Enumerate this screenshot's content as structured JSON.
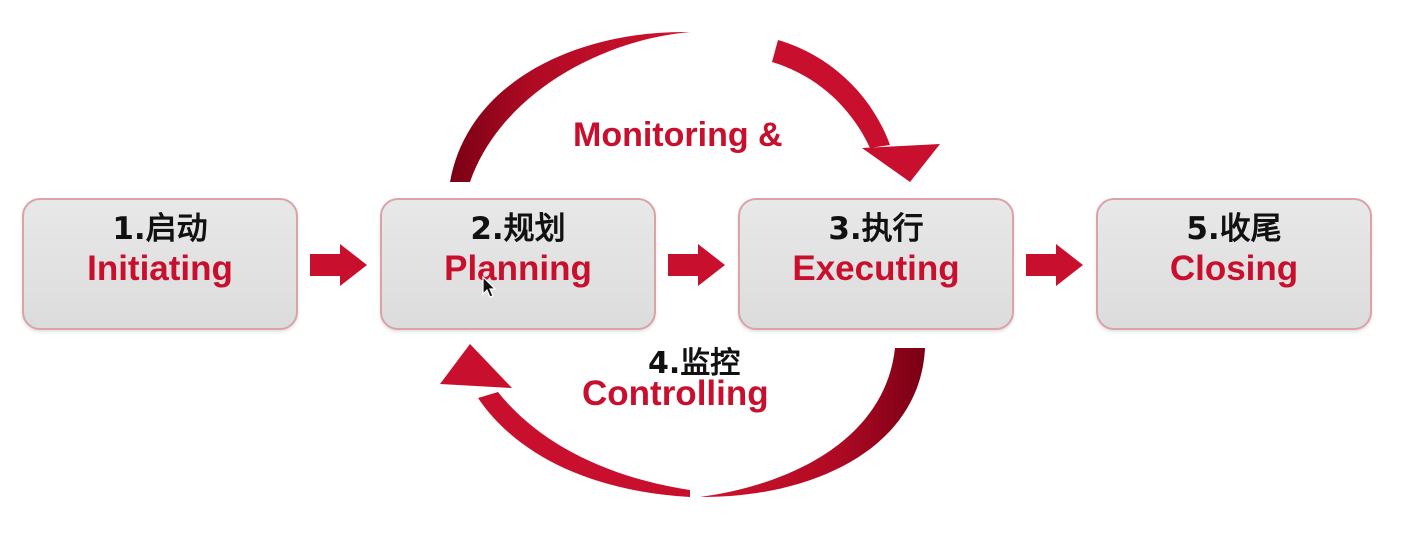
{
  "colors": {
    "accent": "#c8102e",
    "box_fill": "#e0e0e0",
    "box_border": "#d9a3a7",
    "text_dark": "#111111"
  },
  "phases": [
    {
      "number_label": "1.启动",
      "english_label": "Initiating"
    },
    {
      "number_label": "2.规划",
      "english_label": "Planning"
    },
    {
      "number_label": "3.执行",
      "english_label": "Executing"
    },
    {
      "number_label": "5.收尾",
      "english_label": "Closing"
    }
  ],
  "loop": {
    "monitoring_label": "Monitoring &",
    "controlling_number_label": "4.监控",
    "controlling_label": "Controlling"
  },
  "icons": {
    "flow_arrow": "right-block-arrow",
    "loop_arrow": "curved-arrow",
    "cursor": "mouse-pointer-icon"
  }
}
